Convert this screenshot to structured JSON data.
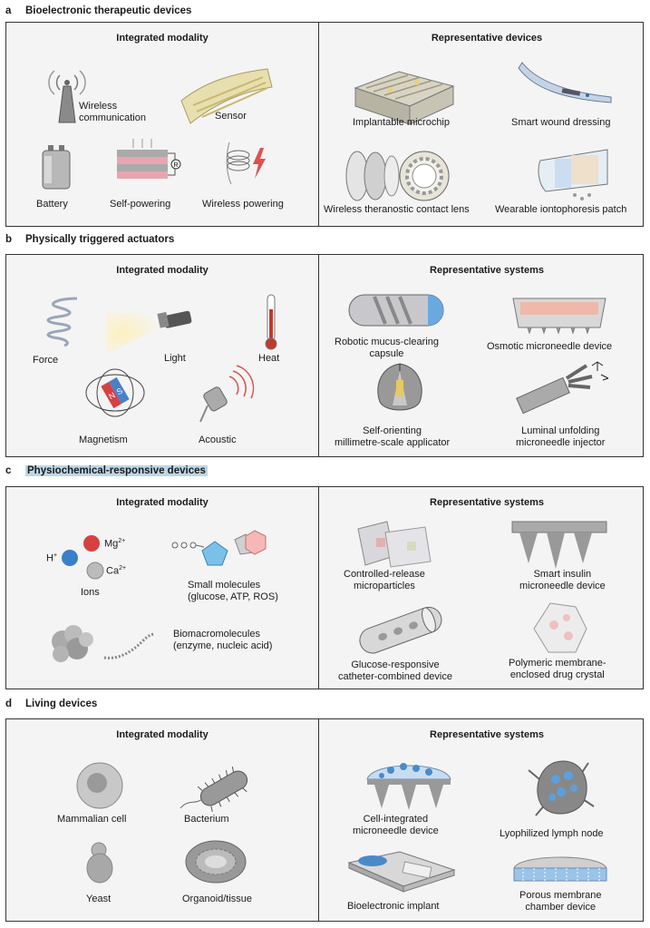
{
  "sections": {
    "a": {
      "letter": "a",
      "title": "Bioelectronic therapeutic devices",
      "left_header": "Integrated modality",
      "right_header": "Representative devices",
      "left": {
        "wireless_1": "Wireless",
        "wireless_2": "communication",
        "sensor": "Sensor",
        "battery": "Battery",
        "self_powering": "Self-powering",
        "wireless_powering": "Wireless powering"
      },
      "right": {
        "microchip": "Implantable microchip",
        "wound": "Smart wound dressing",
        "lens": "Wireless theranostic contact lens",
        "patch": "Wearable iontophoresis patch"
      }
    },
    "b": {
      "letter": "b",
      "title": "Physically triggered actuators",
      "left_header": "Integrated modality",
      "right_header": "Representative systems",
      "left": {
        "force": "Force",
        "light": "Light",
        "heat": "Heat",
        "magnetism": "Magnetism",
        "acoustic": "Acoustic"
      },
      "right": {
        "capsule_1": "Robotic mucus-clearing",
        "capsule_2": "capsule",
        "osmotic": "Osmotic microneedle device",
        "applicator_1": "Self-orienting",
        "applicator_2": "millimetre-scale applicator",
        "luminal_1": "Luminal unfolding",
        "luminal_2": "microneedle injector"
      }
    },
    "c": {
      "letter": "c",
      "title": "Physiochemical-responsive devices",
      "left_header": "Integrated modality",
      "right_header": "Representative systems",
      "left": {
        "h": "H",
        "h_sup": "+",
        "mg": "Mg",
        "mg_sup": "2+",
        "ca": "Ca",
        "ca_sup": "2+",
        "ions": "Ions",
        "small_1": "Small molecules",
        "small_2": "(glucose, ATP, ROS)",
        "bio_1": "Biomacromolecules",
        "bio_2": "(enzyme, nucleic acid)"
      },
      "right": {
        "cr_1": "Controlled-release",
        "cr_2": "microparticles",
        "insulin_1": "Smart insulin",
        "insulin_2": "microneedle device",
        "catheter_1": "Glucose-responsive",
        "catheter_2": "catheter-combined device",
        "crystal_1": "Polymeric membrane-",
        "crystal_2": "enclosed drug crystal"
      }
    },
    "d": {
      "letter": "d",
      "title": "Living devices",
      "left_header": "Integrated modality",
      "right_header": "Representative systems",
      "left": {
        "mammalian": "Mammalian cell",
        "bacterium": "Bacterium",
        "yeast": "Yeast",
        "organoid": "Organoid/tissue"
      },
      "right": {
        "cell_mn_1": "Cell-integrated",
        "cell_mn_2": "microneedle device",
        "lymph": "Lyophilized lymph node",
        "bioelectronic": "Bioelectronic implant",
        "porous_1": "Porous membrane",
        "porous_2": "chamber device"
      }
    }
  },
  "colors": {
    "panel_bg": "#f4f4f4",
    "highlight": "#bcd6e8",
    "accent_blue": "#4a90c8",
    "accent_red": "#d9534f"
  }
}
